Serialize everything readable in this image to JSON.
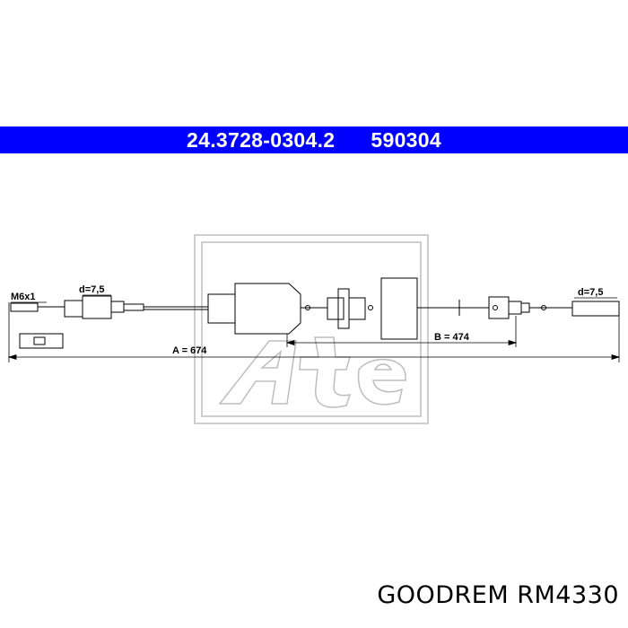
{
  "header": {
    "part_number": "24.3728-0304.2",
    "reference_number": "590304",
    "background_color": "#0000ff",
    "text_color": "#ffffff"
  },
  "drawing": {
    "thread_label": "M6x1",
    "left_diameter_label": "d=7,5",
    "right_diameter_label": "d=7,5",
    "length_a_label": "A = 674",
    "length_b_label": "B = 474",
    "watermark_logo": "ate-logo"
  },
  "footer": {
    "brand_text": "GOODREM RM4330"
  }
}
